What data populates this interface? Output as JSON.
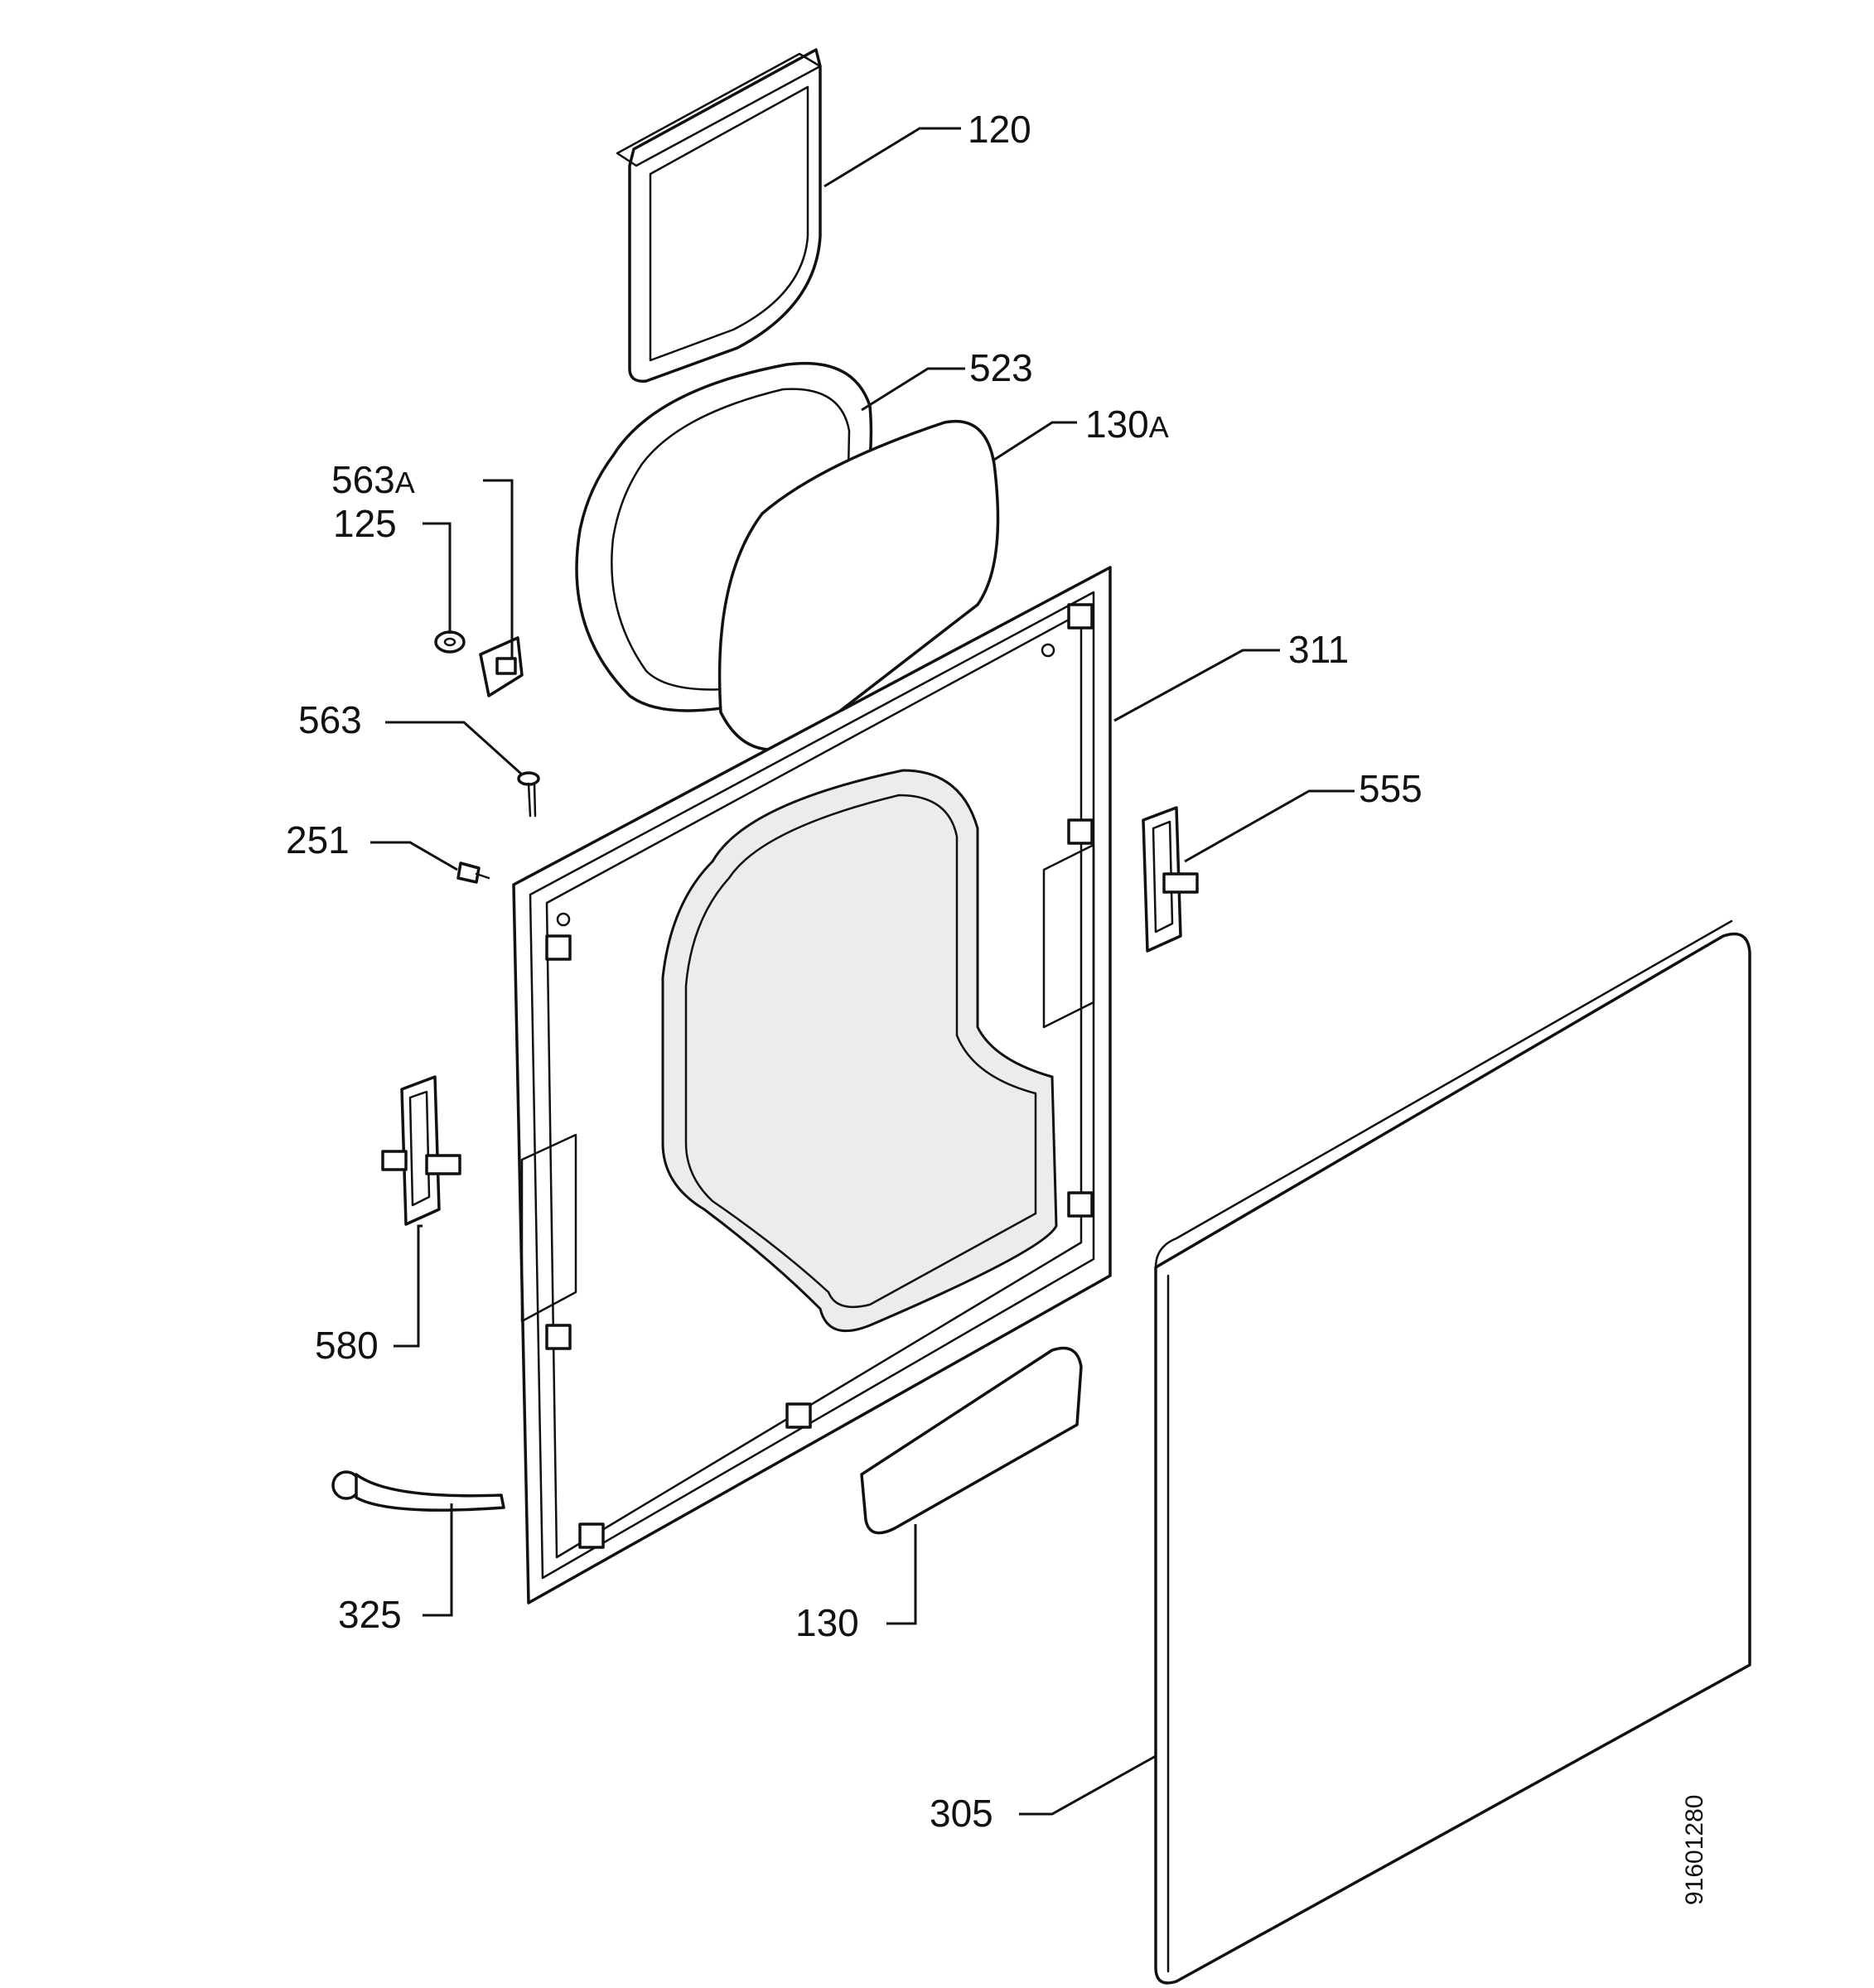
{
  "diagram": {
    "type": "exploded parts diagram",
    "drawing_number": "91601280",
    "callouts": [
      {
        "id": "120",
        "label": "120"
      },
      {
        "id": "523",
        "label": "523"
      },
      {
        "id": "130A",
        "label": "130",
        "suffix": "A"
      },
      {
        "id": "563A",
        "label": "563",
        "suffix": "A"
      },
      {
        "id": "125",
        "label": "125"
      },
      {
        "id": "311",
        "label": "311"
      },
      {
        "id": "563",
        "label": "563"
      },
      {
        "id": "555",
        "label": "555"
      },
      {
        "id": "251",
        "label": "251"
      },
      {
        "id": "580",
        "label": "580"
      },
      {
        "id": "325",
        "label": "325"
      },
      {
        "id": "130",
        "label": "130"
      },
      {
        "id": "305",
        "label": "305"
      }
    ]
  }
}
